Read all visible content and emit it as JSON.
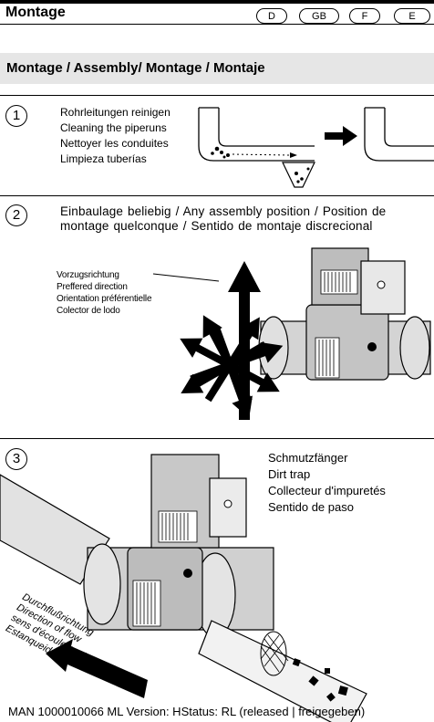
{
  "header": {
    "title": "Montage",
    "languages": [
      "D",
      "GB",
      "F",
      "E"
    ]
  },
  "section": {
    "title": "Montage / Assembly/ Montage / Montaje"
  },
  "steps": [
    {
      "number": "1",
      "lines": [
        "Rohrleitungen reinigen",
        "Cleaning the piperuns",
        "Nettoyer les conduites",
        "Limpieza tuberías"
      ]
    },
    {
      "number": "2",
      "text": "Einbaulage beliebig / Any assembly position / Position de montage quelconque / Sentido de montaje discrecional",
      "callout": [
        "Vorzugsrichtung",
        "Preffered direction",
        "Orientation préférentielle",
        "Colector de lodo"
      ]
    },
    {
      "number": "3",
      "labels": [
        "Schmutzfänger",
        "Dirt trap",
        "Collecteur d'impuretés",
        "Sentido de paso"
      ],
      "flow": [
        "Durchflußrichtung",
        "Direction of flow",
        "sens d'écoulement",
        "Estanqueidad"
      ]
    }
  ],
  "footer": {
    "text": "MAN 1000010066 ML Version: HStatus: RL (released | freigegeben)"
  }
}
